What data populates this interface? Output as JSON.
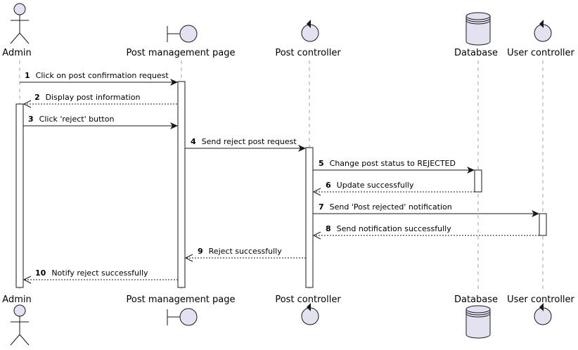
{
  "participants": [
    {
      "id": "admin",
      "label": "Admin",
      "kind": "actor"
    },
    {
      "id": "page",
      "label": "Post management page",
      "kind": "boundary"
    },
    {
      "id": "postctl",
      "label": "Post controller",
      "kind": "control"
    },
    {
      "id": "db",
      "label": "Database",
      "kind": "database"
    },
    {
      "id": "userctl",
      "label": "User controller",
      "kind": "control"
    }
  ],
  "messages": [
    {
      "num": "1",
      "text": "Click on post confirmation request",
      "from": "admin",
      "to": "page",
      "style": "solid"
    },
    {
      "num": "2",
      "text": "Display post information",
      "from": "page",
      "to": "admin",
      "style": "dashed"
    },
    {
      "num": "3",
      "text": "Click 'reject' button",
      "from": "admin",
      "to": "page",
      "style": "solid"
    },
    {
      "num": "4",
      "text": "Send reject post request",
      "from": "page",
      "to": "postctl",
      "style": "solid"
    },
    {
      "num": "5",
      "text": "Change post status to REJECTED",
      "from": "postctl",
      "to": "db",
      "style": "solid"
    },
    {
      "num": "6",
      "text": "Update successfully",
      "from": "db",
      "to": "postctl",
      "style": "dashed"
    },
    {
      "num": "7",
      "text": "Send 'Post rejected' notification",
      "from": "postctl",
      "to": "userctl",
      "style": "solid"
    },
    {
      "num": "8",
      "text": "Send notification successfully",
      "from": "userctl",
      "to": "postctl",
      "style": "dashed"
    },
    {
      "num": "9",
      "text": "Reject successfully",
      "from": "postctl",
      "to": "page",
      "style": "dashed"
    },
    {
      "num": "10",
      "text": "Notify reject successfully",
      "from": "page",
      "to": "admin",
      "style": "dashed"
    }
  ]
}
